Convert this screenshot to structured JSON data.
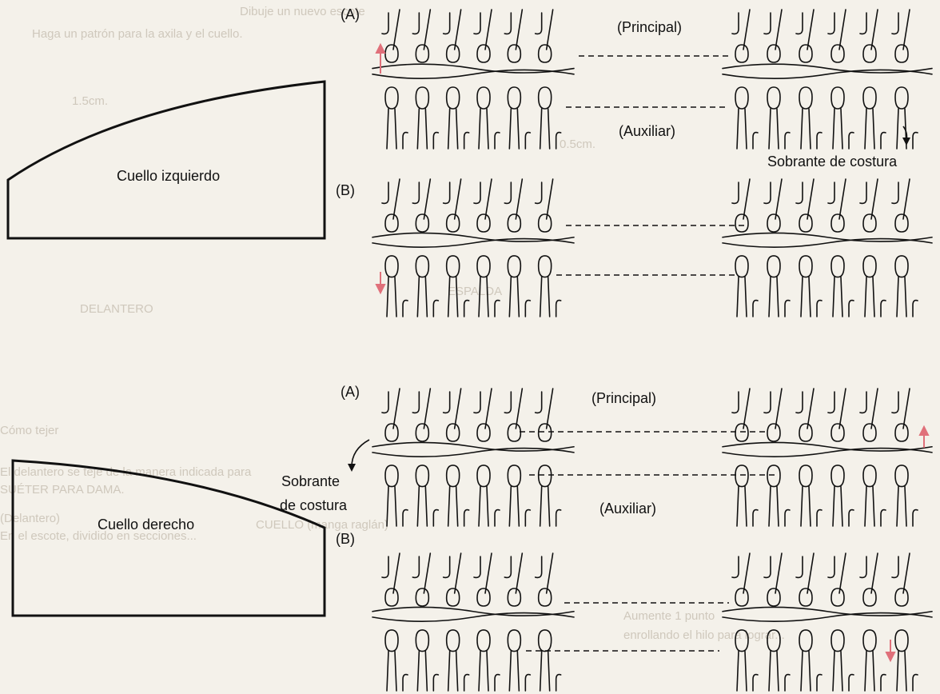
{
  "pieces": {
    "left_collar": "Cuello izquierdo",
    "right_collar": "Cuello derecho"
  },
  "top_section": {
    "a_label": "(A)",
    "b_label": "(B)",
    "main_label": "(Principal)",
    "aux_label": "(Auxiliar)",
    "seam_allowance_label": "Sobrante de costura"
  },
  "bottom_section": {
    "a_label": "(A)",
    "b_label": "(B)",
    "main_label": "(Principal)",
    "aux_label": "(Auxiliar)",
    "seam_allowance_line1": "Sobrante",
    "seam_allowance_line2": "de costura"
  },
  "colors": {
    "ink": "#111111",
    "accent_arrow": "#e0707a",
    "ghost_text": "#cfc8bc",
    "paper": "#f4f1ea"
  }
}
